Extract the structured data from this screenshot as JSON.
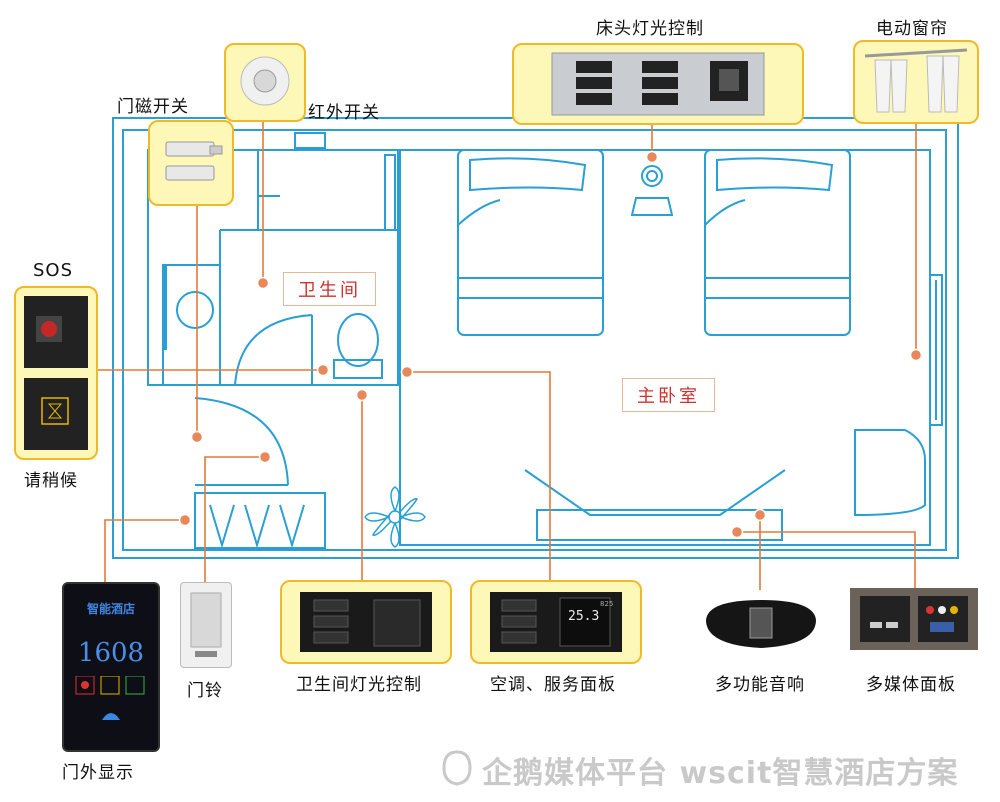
{
  "labels": {
    "door_magnet": "门磁开关",
    "infrared": "红外开关",
    "bedside_light": "床头灯光控制",
    "curtain": "电动窗帘",
    "sos": "SOS",
    "please_wait": "请稍候",
    "doorbell": "门铃",
    "outside_display": "门外显示",
    "bathroom_light": "卫生间灯光控制",
    "ac_service": "空调、服务面板",
    "speaker": "多功能音响",
    "media_panel": "多媒体面板"
  },
  "rooms": {
    "bathroom": "卫生间",
    "master_bedroom": "主卧室"
  },
  "display": {
    "brand": "智能酒店",
    "room_number": "1608",
    "thermostat_temp": "25.3",
    "thermostat_small": "825"
  },
  "watermark": "企鹅媒体平台 wscit智慧酒店方案",
  "colors": {
    "wall": "#2a9fd6",
    "connector": "#e07a3a",
    "card_bg": "#fdf7b8",
    "card_border": "#f0b928"
  }
}
